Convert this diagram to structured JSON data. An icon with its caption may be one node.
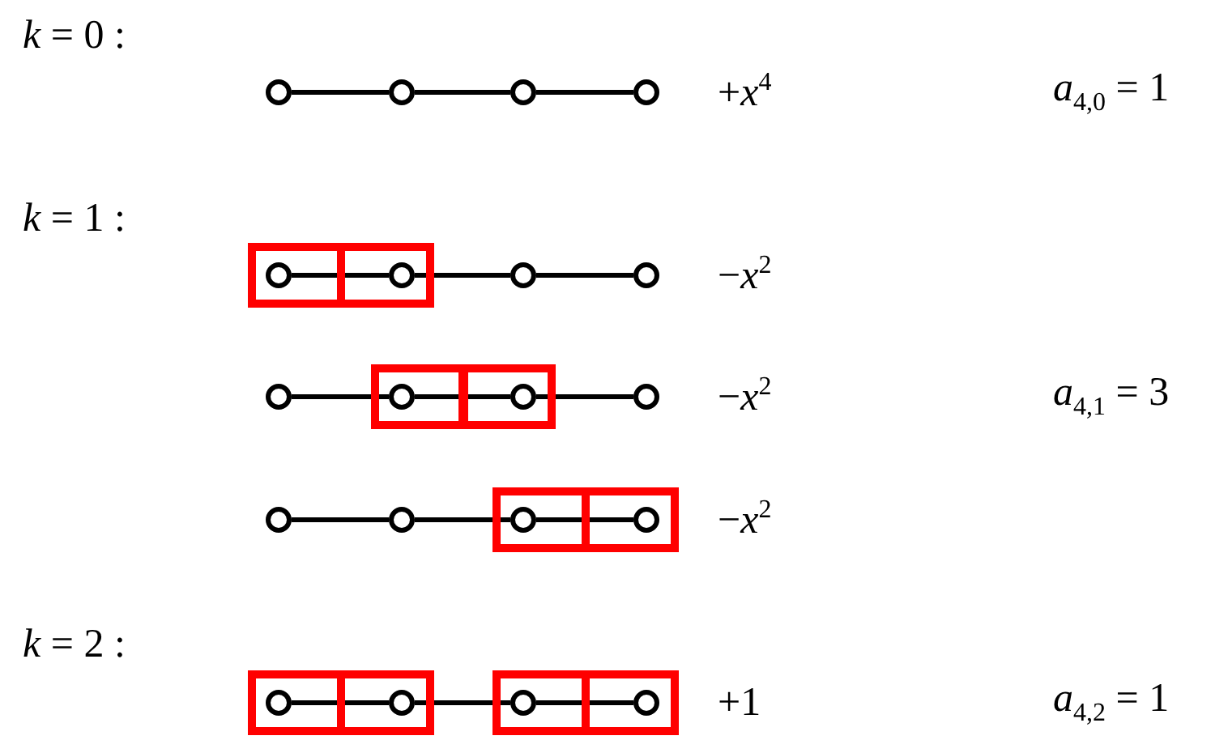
{
  "diagram": {
    "nodes": [
      {
        "text": [],
        "shape": "circle"
      },
      {
        "text": [],
        "shape": "circle"
      },
      {
        "text": [],
        "shape": "circle"
      },
      {
        "text": [],
        "shape": "circle"
      },
      {
        "text": [],
        "shape": "box"
      },
      {
        "text": [],
        "shape": "circle",
        "in": 4
      },
      {
        "text": [],
        "shape": "box"
      },
      {
        "text": [],
        "shape": "circle",
        "in": 6
      },
      {
        "text": [],
        "shape": "circle"
      },
      {
        "text": [],
        "shape": "circle"
      },
      {
        "text": [],
        "shape": "circle"
      },
      {
        "text": [],
        "shape": "box"
      },
      {
        "text": [],
        "shape": "circle",
        "in": 11
      },
      {
        "text": [],
        "shape": "box"
      },
      {
        "text": [],
        "shape": "circle",
        "in": 13
      },
      {
        "text": [],
        "shape": "circle"
      },
      {
        "text": [],
        "shape": "circle"
      },
      {
        "text": [],
        "shape": "circle"
      },
      {
        "text": [],
        "shape": "box"
      },
      {
        "text": [],
        "shape": "circle",
        "in": 18
      },
      {
        "text": [],
        "shape": "box"
      },
      {
        "text": [],
        "shape": "circle",
        "in": 20
      },
      {
        "text": [],
        "shape": "box"
      },
      {
        "text": [],
        "shape": "circle",
        "in": 22
      },
      {
        "text": [],
        "shape": "box"
      },
      {
        "text": [],
        "shape": "circle",
        "in": 24
      },
      {
        "text": [],
        "shape": "box"
      },
      {
        "text": [],
        "shape": "circle",
        "in": 26
      },
      {
        "text": [],
        "shape": "box"
      },
      {
        "text": [],
        "shape": "circle",
        "in": 28
      }
    ],
    "edges": [
      {
        "from": 0,
        "to": 1,
        "arrow": "none"
      },
      {
        "from": 1,
        "to": 2,
        "arrow": "none"
      },
      {
        "from": 2,
        "to": 3,
        "arrow": "none"
      },
      {
        "from": 5,
        "to": 7,
        "arrow": "none"
      },
      {
        "from": 7,
        "to": 8,
        "arrow": "none"
      },
      {
        "from": 8,
        "to": 9,
        "arrow": "none"
      },
      {
        "from": 10,
        "to": 12,
        "arrow": "none"
      },
      {
        "from": 12,
        "to": 14,
        "arrow": "none"
      },
      {
        "from": 14,
        "to": 15,
        "arrow": "none"
      },
      {
        "from": 16,
        "to": 17,
        "arrow": "none"
      },
      {
        "from": 17,
        "to": 19,
        "arrow": "none"
      },
      {
        "from": 19,
        "to": 21,
        "arrow": "none"
      },
      {
        "from": 23,
        "to": 25,
        "arrow": "none"
      },
      {
        "from": 25,
        "to": 27,
        "arrow": "none"
      },
      {
        "from": 27,
        "to": 29,
        "arrow": "none"
      }
    ],
    "labels": [
      "*k* = 0 :",
      "+*x*$^{4}$",
      "*a*$_{4,0}$ = 1",
      "*k* = 1 :",
      "−*x*$^{2}$",
      "−*x*$^{2}$",
      "*a*$_{4,1}$ = 3",
      "−*x*$^{2}$",
      "*k* = 2 :",
      "+1",
      "*a*$_{4,2}$ = 1"
    ]
  }
}
